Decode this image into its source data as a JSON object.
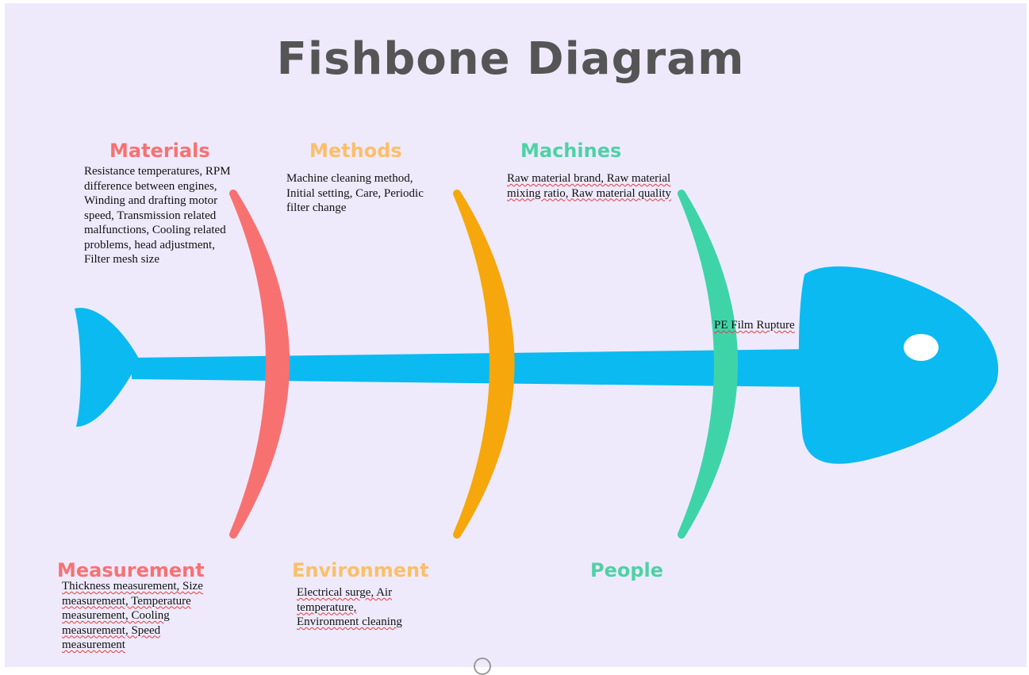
{
  "title": "Fishbone Diagram",
  "effect": "PE Film Rupture",
  "categories": {
    "materials": {
      "label": "Materials",
      "color": "#f87171",
      "text": "Resistance temperatures, RPM difference between engines, Winding and drafting motor speed, Transmission related malfunctions, Cooling related problems, head adjustment, Filter mesh size"
    },
    "methods": {
      "label": "Methods",
      "color": "#fbbf6a",
      "text": "Machine cleaning method, Initial setting, Care, Periodic filter change"
    },
    "machines": {
      "label": "Machines",
      "color": "#4fd1a5",
      "text": "Raw material brand, Raw material mixing ratio, Raw material quality"
    },
    "measurement": {
      "label": "Measurement",
      "color": "#f87171",
      "text": "Thickness measurement, Size measurement, Temperature measurement, Cooling measurement, Speed measurement"
    },
    "environment": {
      "label": "Environment",
      "color": "#fbbf6a",
      "text": "Electrical surge, Air temperature, Environment cleaning"
    },
    "people": {
      "label": "People",
      "color": "#4fd1a5",
      "text": ""
    }
  },
  "colors": {
    "background": "#eeeafc",
    "fish": "#0bbaf0",
    "title": "#555555",
    "rib_red": "#f87171",
    "rib_orange": "#f5a70c",
    "rib_green": "#3fd4a8"
  }
}
